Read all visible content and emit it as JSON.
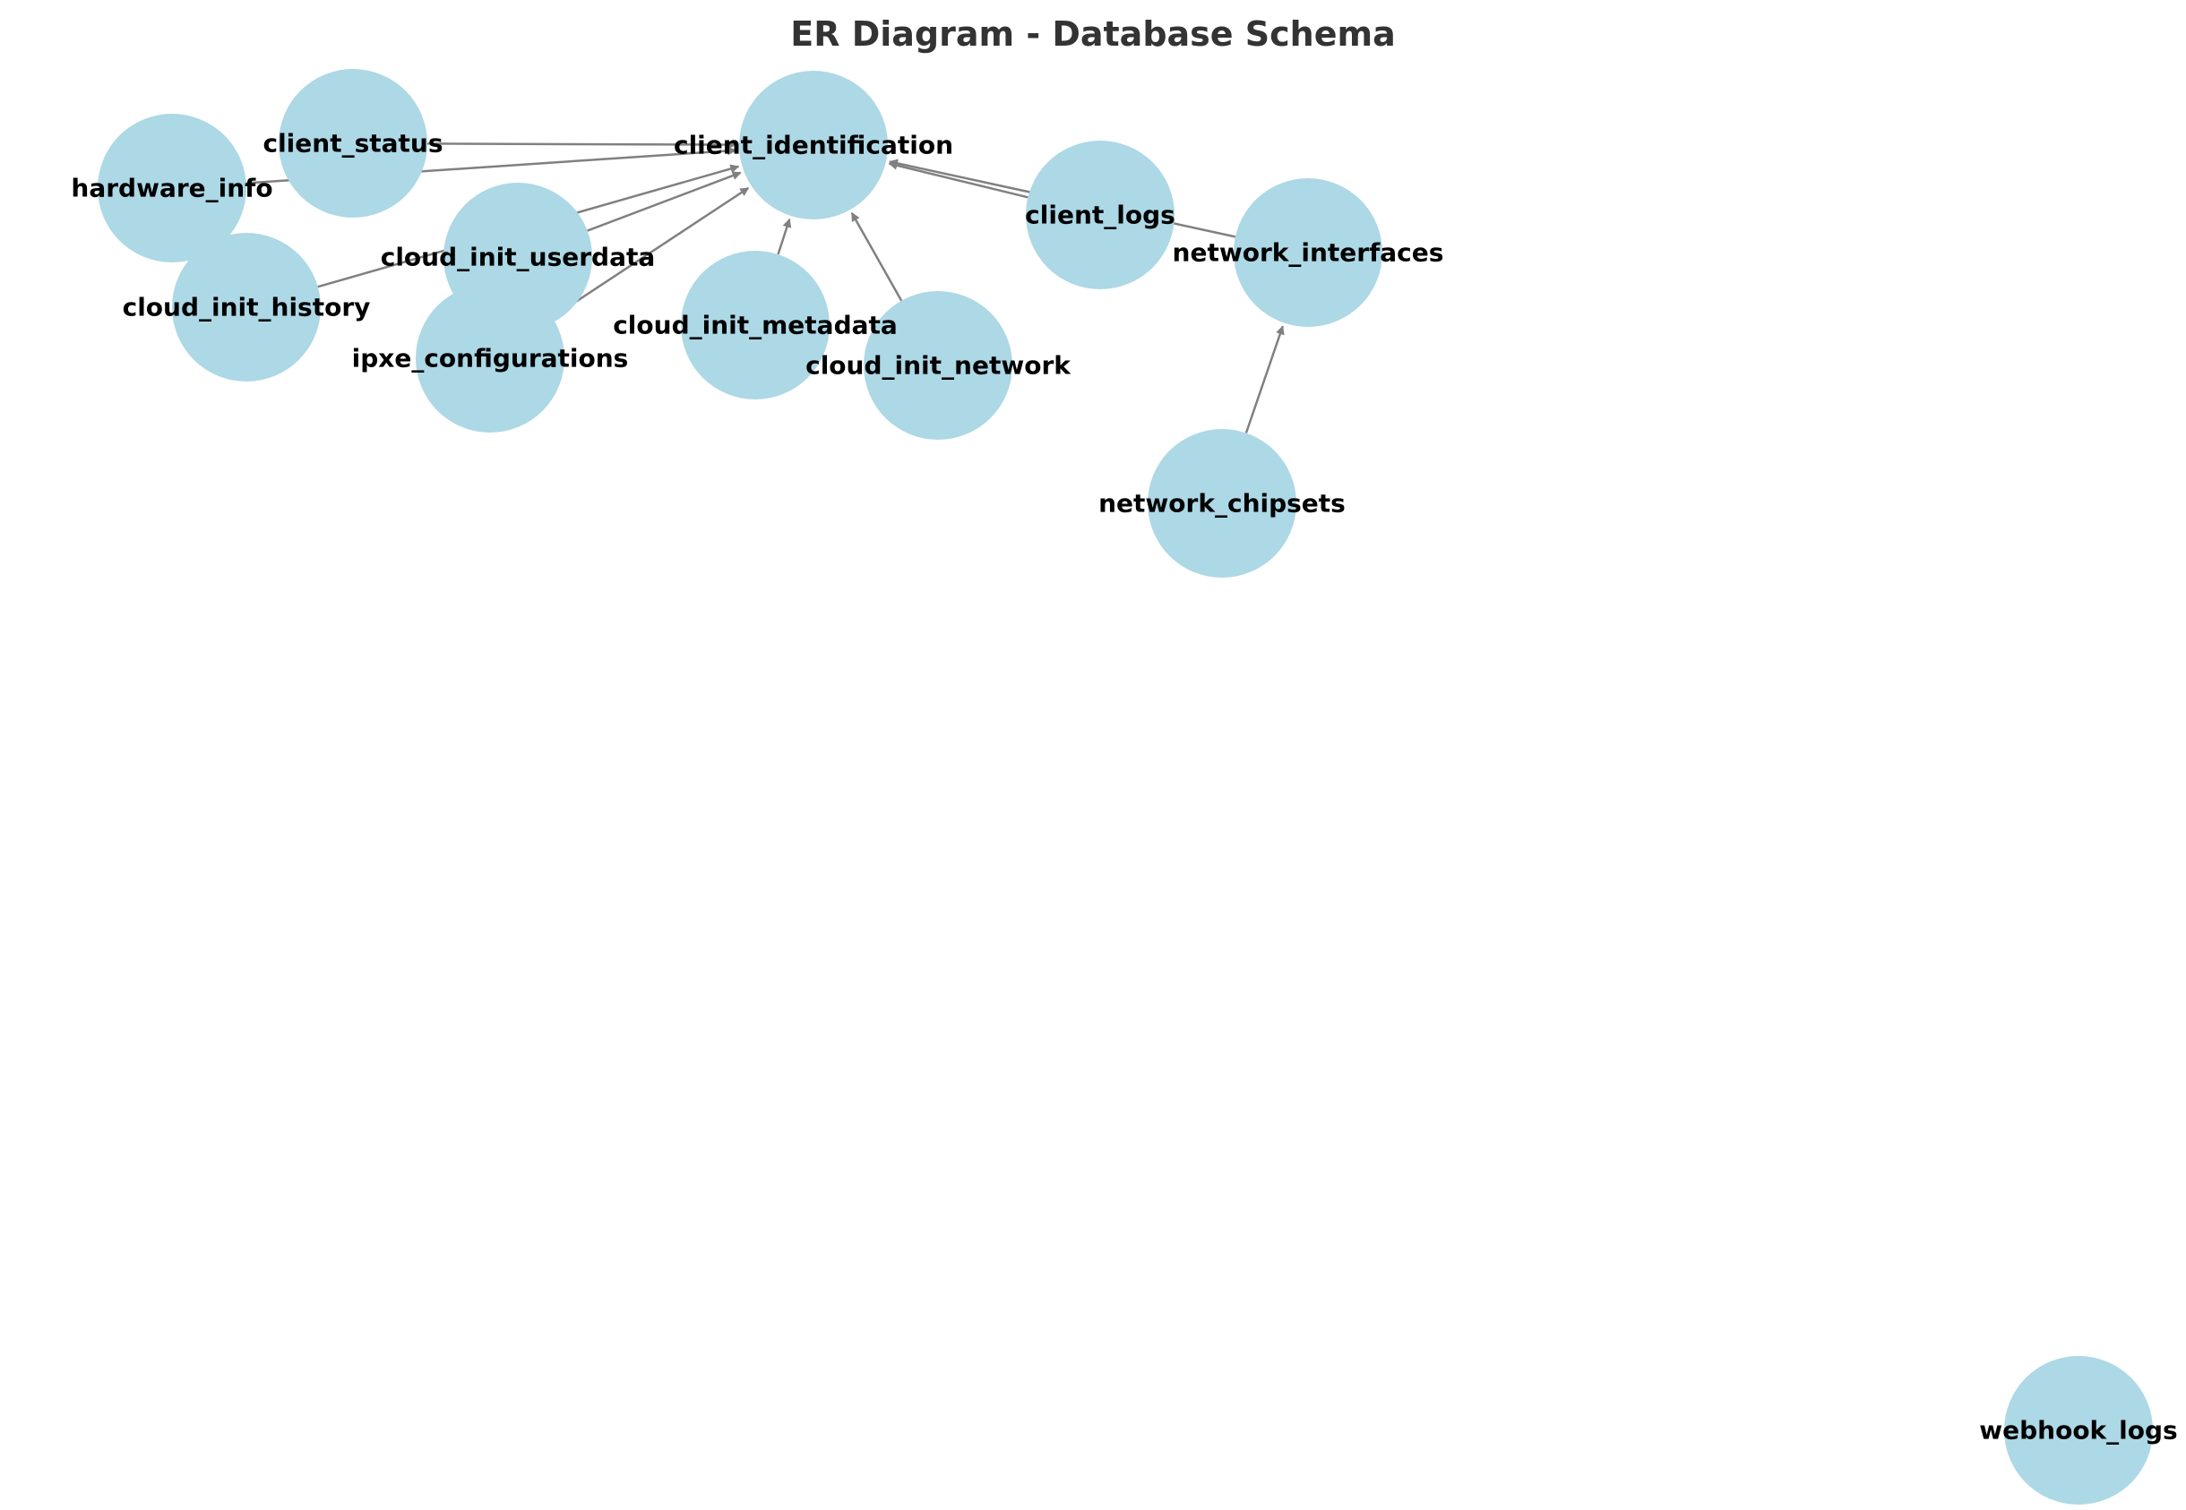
{
  "title": "ER Diagram - Database Schema",
  "colors": {
    "node_fill": "#add8e6",
    "edge": "#808080",
    "label": "#000000",
    "title": "#333333"
  },
  "nodes": [
    {
      "id": "client_identification",
      "label": "client_identification"
    },
    {
      "id": "client_status",
      "label": "client_status"
    },
    {
      "id": "hardware_info",
      "label": "hardware_info"
    },
    {
      "id": "cloud_init_userdata",
      "label": "cloud_init_userdata"
    },
    {
      "id": "cloud_init_history",
      "label": "cloud_init_history"
    },
    {
      "id": "ipxe_configurations",
      "label": "ipxe_configurations"
    },
    {
      "id": "cloud_init_metadata",
      "label": "cloud_init_metadata"
    },
    {
      "id": "cloud_init_network",
      "label": "cloud_init_network"
    },
    {
      "id": "client_logs",
      "label": "client_logs"
    },
    {
      "id": "network_interfaces",
      "label": "network_interfaces"
    },
    {
      "id": "network_chipsets",
      "label": "network_chipsets"
    },
    {
      "id": "webhook_logs",
      "label": "webhook_logs"
    }
  ],
  "edges": [
    {
      "from": "client_status",
      "to": "client_identification"
    },
    {
      "from": "hardware_info",
      "to": "client_identification"
    },
    {
      "from": "cloud_init_userdata",
      "to": "client_identification"
    },
    {
      "from": "cloud_init_history",
      "to": "client_identification"
    },
    {
      "from": "ipxe_configurations",
      "to": "client_identification"
    },
    {
      "from": "cloud_init_metadata",
      "to": "client_identification"
    },
    {
      "from": "cloud_init_network",
      "to": "client_identification"
    },
    {
      "from": "client_logs",
      "to": "client_identification"
    },
    {
      "from": "network_interfaces",
      "to": "client_identification"
    },
    {
      "from": "network_chipsets",
      "to": "network_interfaces"
    }
  ]
}
